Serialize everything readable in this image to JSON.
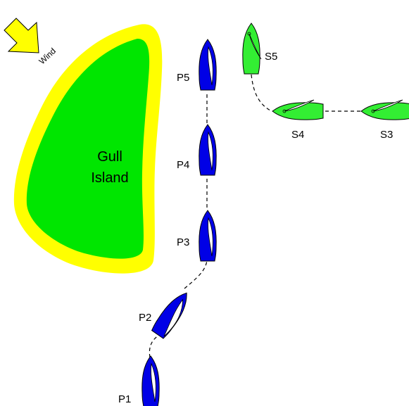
{
  "wind": {
    "label": "Wind",
    "arrow_color": "#ffff00"
  },
  "island": {
    "name_line1": "Gull",
    "name_line2": "Island",
    "land_color": "#00e600",
    "shallows_color": "#ffff00"
  },
  "port_boat_color": "#0000e6",
  "starboard_boat_color": "#33ee33",
  "sail_color": "#ffffff",
  "port_boats": [
    {
      "label": "P1"
    },
    {
      "label": "P2"
    },
    {
      "label": "P3"
    },
    {
      "label": "P4"
    },
    {
      "label": "P5"
    }
  ],
  "starboard_boats": [
    {
      "label": "S3"
    },
    {
      "label": "S4"
    },
    {
      "label": "S5"
    }
  ]
}
